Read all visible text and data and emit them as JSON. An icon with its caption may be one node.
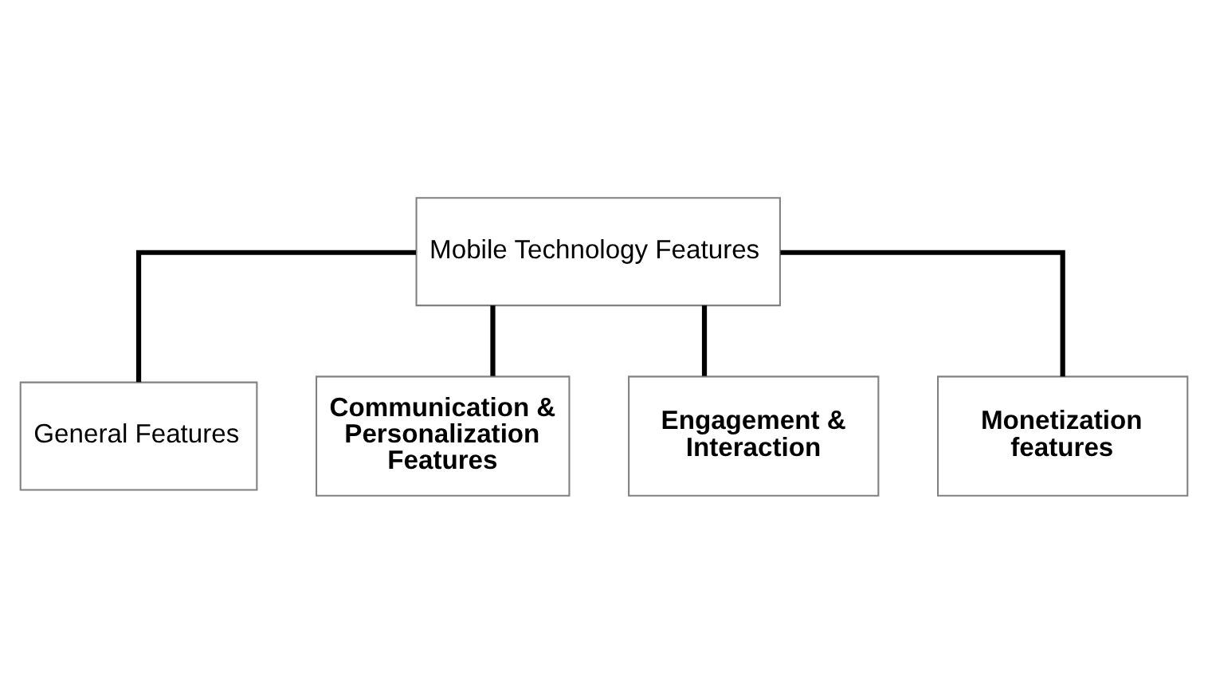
{
  "diagram": {
    "nodes": [
      {
        "text": [
          "Mobile Technology Features"
        ]
      },
      {
        "text": [
          "General Features"
        ]
      },
      {
        "text": [
          "Communication & Personalization Features"
        ]
      },
      {
        "text": [
          "Engagement & Interaction"
        ]
      },
      {
        "text": [
          "Monetization features"
        ]
      }
    ],
    "edges": [
      {
        "from": 0,
        "to": 1,
        "arrow": "none"
      },
      {
        "from": 0,
        "to": 2,
        "arrow": "none"
      },
      {
        "from": 0,
        "to": 3,
        "arrow": "none"
      },
      {
        "from": 0,
        "to": 4,
        "arrow": "none"
      }
    ]
  }
}
